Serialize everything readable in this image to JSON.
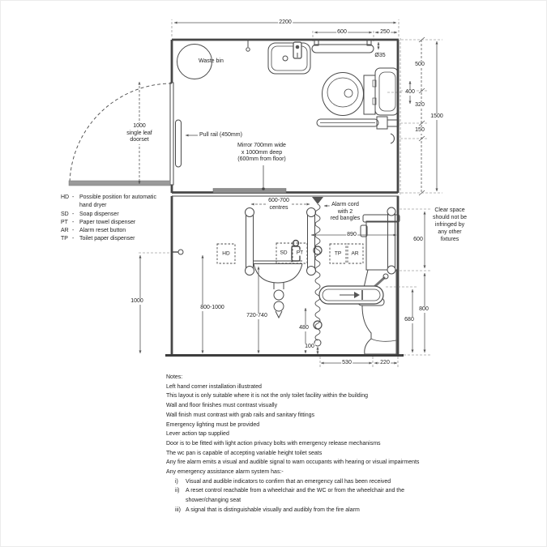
{
  "drawing": {
    "plan": {
      "dims": {
        "total_width": "2200",
        "rail_length": "600",
        "rail_to_wall": "250",
        "rail_diameter": "Ø35",
        "wall_to_wc": "500",
        "wc_pan_width": "400",
        "d320": "320",
        "d150": "150",
        "total_depth": "1500"
      },
      "waste_bin": "Waste bin",
      "door_label": [
        "1000",
        "single leaf",
        "doorset"
      ],
      "pull_rail": "Pull rail (450mm)",
      "mirror_label": [
        "Mirror 700mm wide",
        "x 1000mm deep",
        "(600mm from floor)"
      ]
    },
    "elevation": {
      "dims": {
        "d890": "890",
        "d600": "600",
        "d800": "800",
        "d680": "680",
        "d1000": "1000",
        "d800_1000": "800-1000",
        "d720_740": "720-740",
        "d480": "480",
        "d100": "100",
        "d530": "530",
        "d220": "220"
      },
      "centres_label": [
        "600-700",
        "centres"
      ],
      "alarm_label": [
        "Alarm cord",
        "with 2",
        "red bangles"
      ],
      "clear_space_label": [
        "Clear space",
        "should not be",
        "infringed by",
        "any other",
        "fixtures"
      ],
      "fixtures": {
        "hd": "HD",
        "sd": "SD",
        "pt": "PT",
        "tp": "TP",
        "ar": "AR"
      }
    }
  },
  "legend": {
    "items": [
      {
        "abbr": "HD",
        "desc": "Possible position for automatic hand dryer"
      },
      {
        "abbr": "SD",
        "desc": "Soap dispenser"
      },
      {
        "abbr": "PT",
        "desc": "Paper towel dispenser"
      },
      {
        "abbr": "AR",
        "desc": "Alarm reset button"
      },
      {
        "abbr": "TP",
        "desc": "Toilet paper dispenser"
      }
    ]
  },
  "notes": {
    "title": "Notes:",
    "lines": [
      "Left hand corner installation illustrated",
      "This layout is only suitable where it is not the only toilet facility within the building",
      "Wall and floor finishes must contrast visually",
      "Wall finish must contrast with grab rails and sanitary fittings",
      "Emergency lighting must be provided",
      "Lever action tap supplied",
      "Door is to be fitted with light action privacy bolts with emergency release mechanisms",
      "The wc pan is capable of accepting variable height toilet seats",
      "Any fire alarm emits a visual and audible signal to warn occupants with hearing or visual impairments",
      "Any emergency assistance alarm system has:-"
    ],
    "sub_items": [
      {
        "marker": "i)",
        "text": "Visual and audible indicators to confirm that an emergency call has been received"
      },
      {
        "marker": "ii)",
        "text": "A reset control reachable from a wheelchair and the WC or from the wheelchair and the shower/changing seat"
      },
      {
        "marker": "iii)",
        "text": "A signal that is distinguishable visually and audibly from the fire alarm"
      }
    ]
  }
}
